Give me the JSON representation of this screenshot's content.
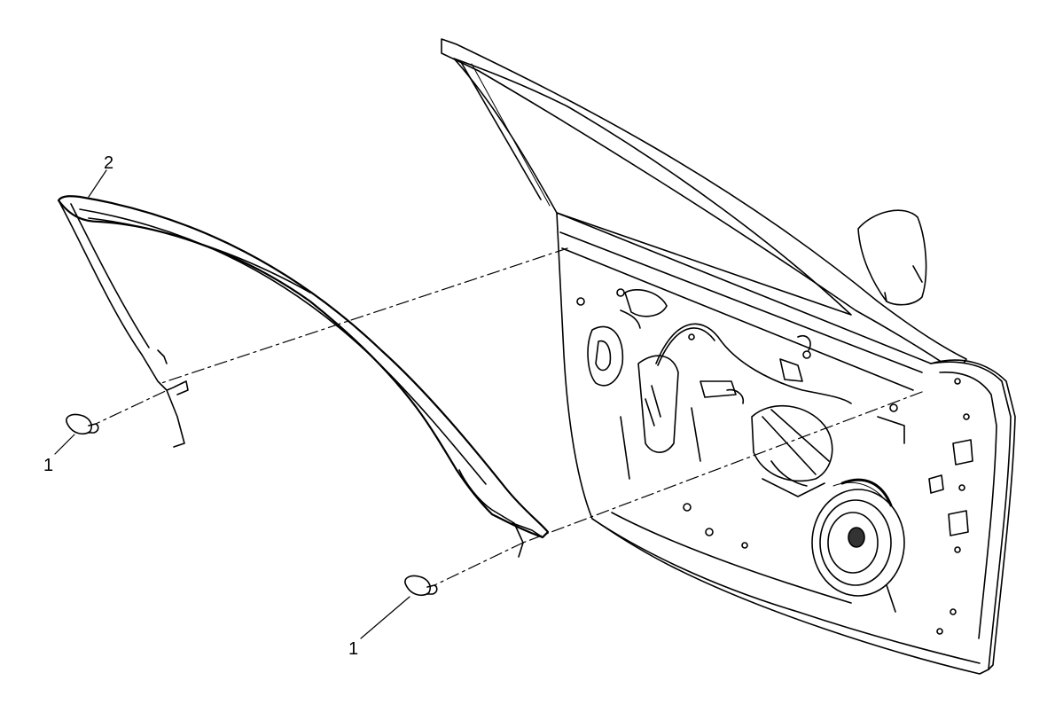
{
  "callouts": [
    {
      "id": "1a",
      "text": "1"
    },
    {
      "id": "1b",
      "text": "1"
    },
    {
      "id": "2",
      "text": "2"
    }
  ],
  "colors": {
    "line": "#000000",
    "fill": "#ffffff",
    "shade": "#333333"
  }
}
